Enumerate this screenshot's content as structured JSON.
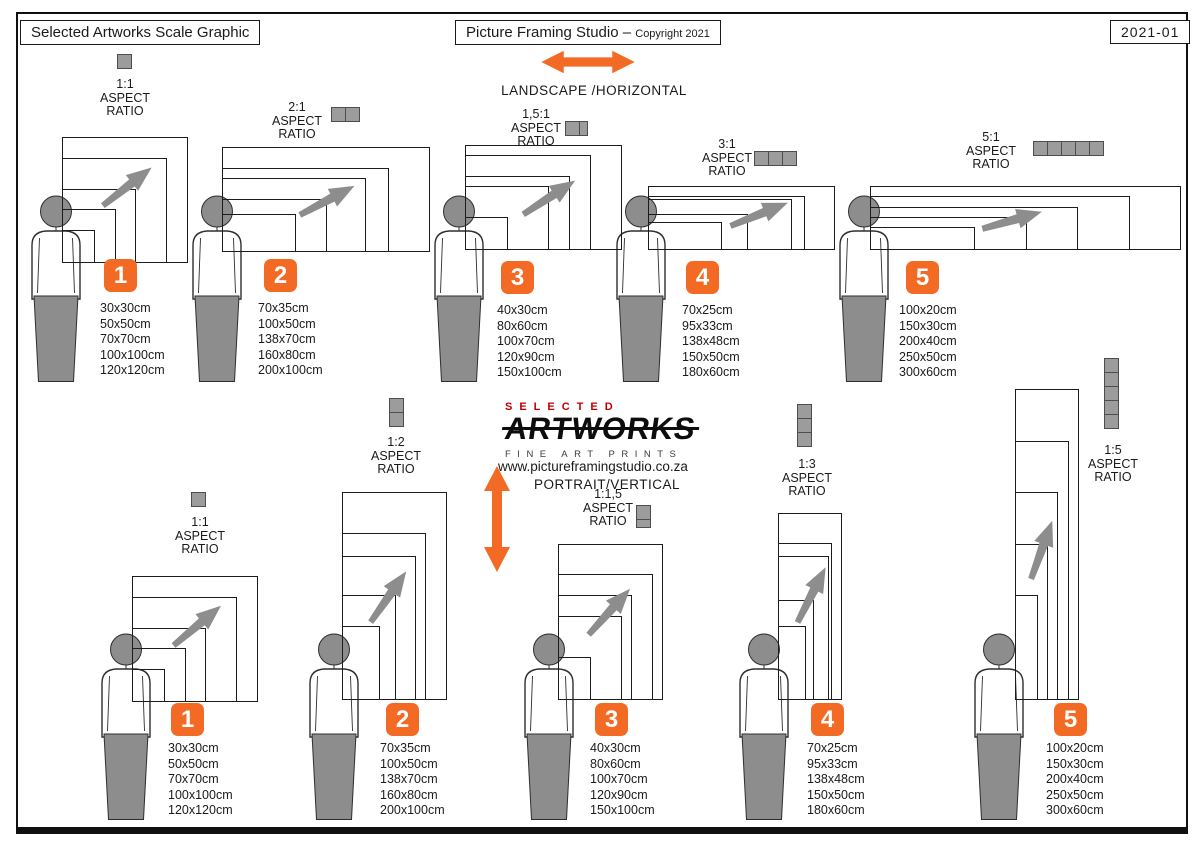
{
  "header": {
    "left_title": "Selected Artworks Scale Graphic",
    "center_title": "Picture Framing Studio –",
    "center_copyright": "Copyright 2021",
    "doc_number": "2021-01"
  },
  "center": {
    "landscape_label": "LANDSCAPE /HORIZONTAL",
    "portrait_label": "PORTRAIT/VERTICAL",
    "logo_top": "SELECTED",
    "logo_main": "ARTWORKS",
    "logo_sub": "FINE ART PRINTS",
    "website": "www.pictureframingstudio.co.za"
  },
  "colors": {
    "accent_orange": "#F26A24",
    "figure_gray": "#8d8d8d",
    "logo_red": "#C00000"
  },
  "aspect_word1": "ASPECT",
  "aspect_word2": "RATIO",
  "sections": {
    "landscape": {
      "groups": [
        {
          "number": "1",
          "ratio": "1:1",
          "units": 1,
          "sizes": [
            "30x30cm",
            "50x50cm",
            "70x70cm",
            "100x100cm",
            "120x120cm"
          ]
        },
        {
          "number": "2",
          "ratio": "2:1",
          "units": 2,
          "sizes": [
            "70x35cm",
            "100x50cm",
            "138x70cm",
            "160x80cm",
            "200x100cm"
          ]
        },
        {
          "number": "3",
          "ratio": "1,5:1",
          "units": 1.5,
          "sizes": [
            "40x30cm",
            "80x60cm",
            "100x70cm",
            "120x90cm",
            "150x100cm"
          ]
        },
        {
          "number": "4",
          "ratio": "3:1",
          "units": 3,
          "sizes": [
            "70x25cm",
            "95x33cm",
            "138x48cm",
            "150x50cm",
            "180x60cm"
          ]
        },
        {
          "number": "5",
          "ratio": "5:1",
          "units": 5,
          "sizes": [
            "100x20cm",
            "150x30cm",
            "200x40cm",
            "250x50cm",
            "300x60cm"
          ]
        }
      ]
    },
    "portrait": {
      "groups": [
        {
          "number": "1",
          "ratio": "1:1",
          "units": 1,
          "sizes": [
            "30x30cm",
            "50x50cm",
            "70x70cm",
            "100x100cm",
            "120x120cm"
          ]
        },
        {
          "number": "2",
          "ratio": "1:2",
          "units": 2,
          "sizes": [
            "70x35cm",
            "100x50cm",
            "138x70cm",
            "160x80cm",
            "200x100cm"
          ]
        },
        {
          "number": "3",
          "ratio": "1:1,5",
          "units": 1.5,
          "sizes": [
            "40x30cm",
            "80x60cm",
            "100x70cm",
            "120x90cm",
            "150x100cm"
          ]
        },
        {
          "number": "4",
          "ratio": "1:3",
          "units": 3,
          "sizes": [
            "70x25cm",
            "95x33cm",
            "138x48cm",
            "150x50cm",
            "180x60cm"
          ]
        },
        {
          "number": "5",
          "ratio": "1:5",
          "units": 5,
          "sizes": [
            "100x20cm",
            "150x30cm",
            "200x40cm",
            "250x50cm",
            "300x60cm"
          ]
        }
      ]
    }
  }
}
